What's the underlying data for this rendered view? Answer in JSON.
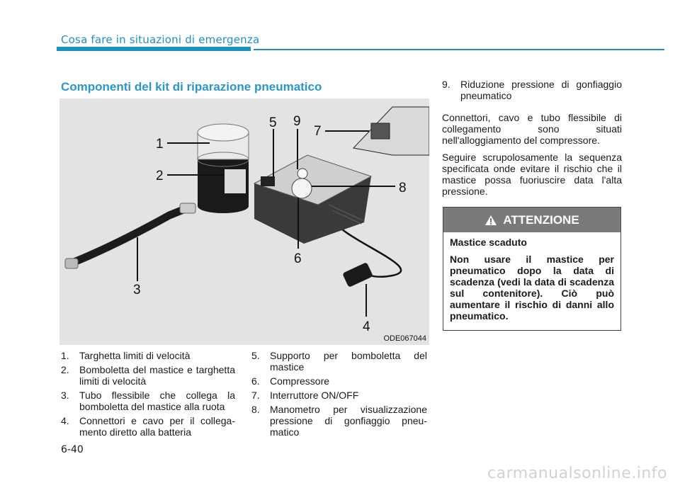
{
  "header": {
    "title": "Cosa fare in situazioni di emergenza"
  },
  "section": {
    "heading": "Componenti del kit di riparazione pneumatico"
  },
  "figure": {
    "code": "ODE067044",
    "callouts": [
      "1",
      "2",
      "3",
      "4",
      "5",
      "6",
      "7",
      "8",
      "9"
    ]
  },
  "components_left": [
    {
      "num": "1.",
      "text": "Targhetta limiti di velocità"
    },
    {
      "num": "2.",
      "text": "Bomboletta del mastice e targhetta limiti di velocità"
    },
    {
      "num": "3.",
      "text": "Tubo flessibile che collega la bomboletta del mastice alla ruota"
    },
    {
      "num": "4.",
      "text": "Connettori e cavo per il collega-mento diretto alla batteria"
    }
  ],
  "components_right": [
    {
      "num": "5.",
      "text": "Supporto per bomboletta del mastice"
    },
    {
      "num": "6.",
      "text": "Compressore"
    },
    {
      "num": "7.",
      "text": "Interruttore ON/OFF"
    },
    {
      "num": "8.",
      "text": "Manometro per visualizzazione pressione di gonfiaggio pneu-matico"
    }
  ],
  "components_col3": [
    {
      "num": "9.",
      "text": "Riduzione pressione di gonfiaggio pneumatico"
    }
  ],
  "paragraphs": {
    "p1": "Connettori, cavo e tubo flessibile di collegamento sono situati nell'alloggiamento del compressore.",
    "p2": "Seguire scrupolosamente la sequenza specificata onde evitare il rischio che il mastice possa fuoriuscire data l'alta pressione."
  },
  "warning": {
    "title": "ATTENZIONE",
    "subtitle": "Mastice scaduto",
    "body": "Non usare il mastice per pneumatico dopo la data di scadenza (vedi la data di scadenza sul contenitore). Ciò può aumentare il rischio di danni allo pneumatico."
  },
  "footer": {
    "page_number": "6-40"
  },
  "watermark": "carmanualsonline.info"
}
